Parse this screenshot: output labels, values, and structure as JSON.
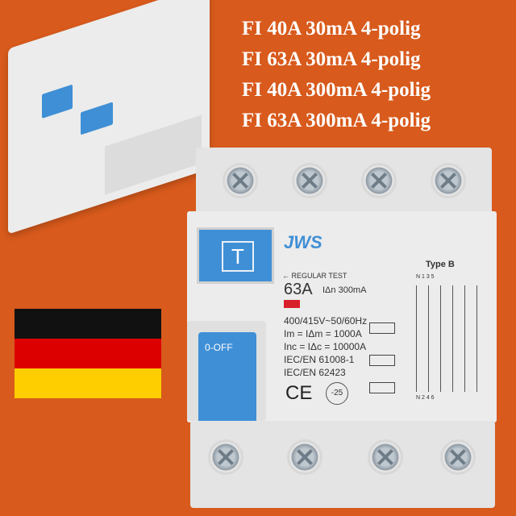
{
  "titles": [
    "FI 40A 30mA 4-polig",
    "FI 63A 30mA 4-polig",
    "FI 40A 300mA 4-polig",
    "FI 63A 300mA 4-polig"
  ],
  "colors": {
    "background": "#d85a1c",
    "device_blue": "#3f8fd6",
    "flag": [
      "#111111",
      "#dd0000",
      "#ffce00"
    ]
  },
  "device": {
    "brand": "JWS",
    "test_button": "T",
    "regular_test": "REGULAR TEST",
    "rating": "63A",
    "sensitivity": "IΔn 300mA",
    "specs": [
      "400/415V~50/60Hz",
      "Im = IΔm = 1000A",
      "Inc = IΔc = 10000A",
      "IEC/EN 61008-1",
      "IEC/EN 62423"
    ],
    "ce": "CE",
    "temp": "-25",
    "type": "Type B",
    "lever": "0-OFF",
    "terminals_top": "N 1 3 5",
    "terminals_bottom": "N 2 4 6"
  }
}
